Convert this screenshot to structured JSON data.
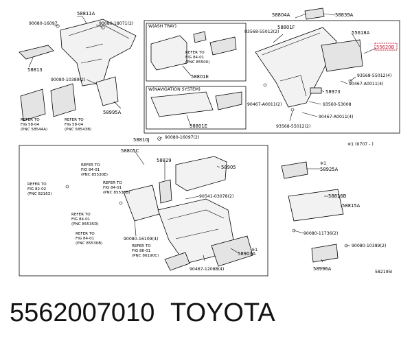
{
  "diagram": {
    "inset_labels": {
      "ash_tray": "W(ASH TRAY)",
      "navigation": "W(NAVIGATION SYSTEM)"
    },
    "note": "※1 (0707 -     )",
    "figure_code": "582195I",
    "callouts": {
      "c58811A": "58811A",
      "c90080_16097": "90080-16097",
      "c90080_18071": "90080-18071(2)",
      "c58813": "58813",
      "c90080_10389_2": "90080-10389(2)",
      "c58995A": "58995A",
      "c58804A": "58804A",
      "c58839A": "58839A",
      "c93568_55012_2a": "93568-55012(2)",
      "c58801F": "58801F",
      "c55618A": "55618A",
      "c55620": "55620B",
      "c93568_55012_4": "93568-55012(4)",
      "c90467_A0011_4a": "90467-A0011(4)",
      "c58801E_a": "58801E",
      "c58801E_b": "58801E",
      "c58973": "58973",
      "c90467_A0011_2": "90467-A0011(2)",
      "c93560_53008": "93560-53008",
      "c90467_A0011_4b": "90467-A0011(4)",
      "c93568_55012_2b": "93568-55012(2)",
      "c58810J": "58810J",
      "c90080_16097_2": "90080-16097(2)",
      "c58805C": "58805C",
      "c58829": "58829",
      "c58905": "58905",
      "c90541_03078": "90541-03078(2)",
      "c90080_16109": "90080-16109(4)",
      "c58903A": "58903A",
      "c90467_12088": "90467-12088(4)",
      "c58925A": "58925A",
      "c58816B": "58816B",
      "c58815A": "58815A",
      "c90080_11736": "90080-11736(2)",
      "c90080_10389_2b": "90080-10389(2)",
      "c58996A": "58996A",
      "mark1a": "※1",
      "mark1b": "※1"
    },
    "refs": {
      "r58544A": [
        "REFER TO",
        "FIG 58-04",
        "(PNC 58544A)"
      ],
      "r58543B": [
        "REFER TO",
        "FIG 58-04",
        "(PNC 58543B)"
      ],
      "r85500": [
        "REFER TO",
        "FIG 84-01",
        "(PNC 85500)"
      ],
      "r85530E": [
        "REFER TO",
        "FIG 84-01",
        "(PNC 85530E)"
      ],
      "r85535B": [
        "REFER TO",
        "FIG 84-01",
        "(PNC 85535B)"
      ],
      "r82163": [
        "REFER TO",
        "FIG 82-02",
        "(PNC 82163)"
      ],
      "r85535D": [
        "REFER TO",
        "FIG 84-01",
        "(PNC 85535D)"
      ],
      "r85530B": [
        "REFER TO",
        "FIG 84-01",
        "(PNC 85530B)"
      ],
      "r86190C": [
        "REFER TO",
        "FIG 86-01",
        "(PNC 86190C)"
      ]
    }
  },
  "colors": {
    "highlight": "#c8102e",
    "ink": "#000000"
  },
  "footer": {
    "part_number": "5562007010",
    "brand": "TOYOTA"
  }
}
